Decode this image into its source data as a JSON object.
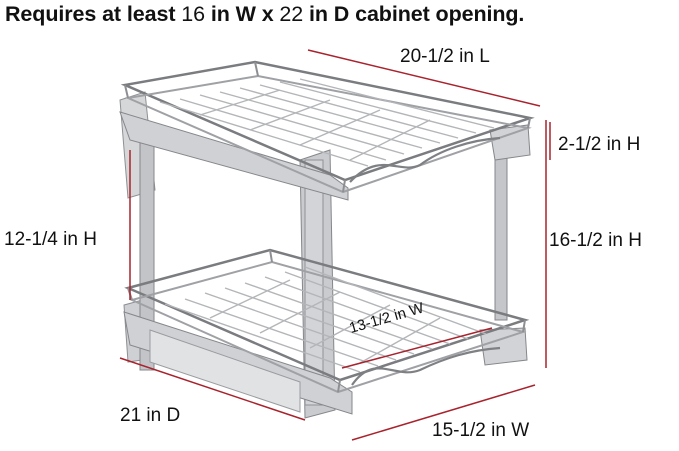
{
  "headline": {
    "part1": "Requires at least ",
    "num1": "16",
    "part2": " in W x ",
    "num2": "22",
    "part3": " in D cabinet opening."
  },
  "dimensions": {
    "length": "20-1/2 in L",
    "rim_height": "2-1/2 in H",
    "left_height": "12-1/4 in H",
    "total_height": "16-1/2 in H",
    "depth": "21 in D",
    "width": "15-1/2 in W",
    "inner_width": "13-1/2 in W"
  },
  "colors": {
    "dimension_line": "#a8232d",
    "chrome": "#a9aaad",
    "chrome_dark": "#6f7175",
    "rail": "#c4c6c9",
    "text": "#111111"
  }
}
